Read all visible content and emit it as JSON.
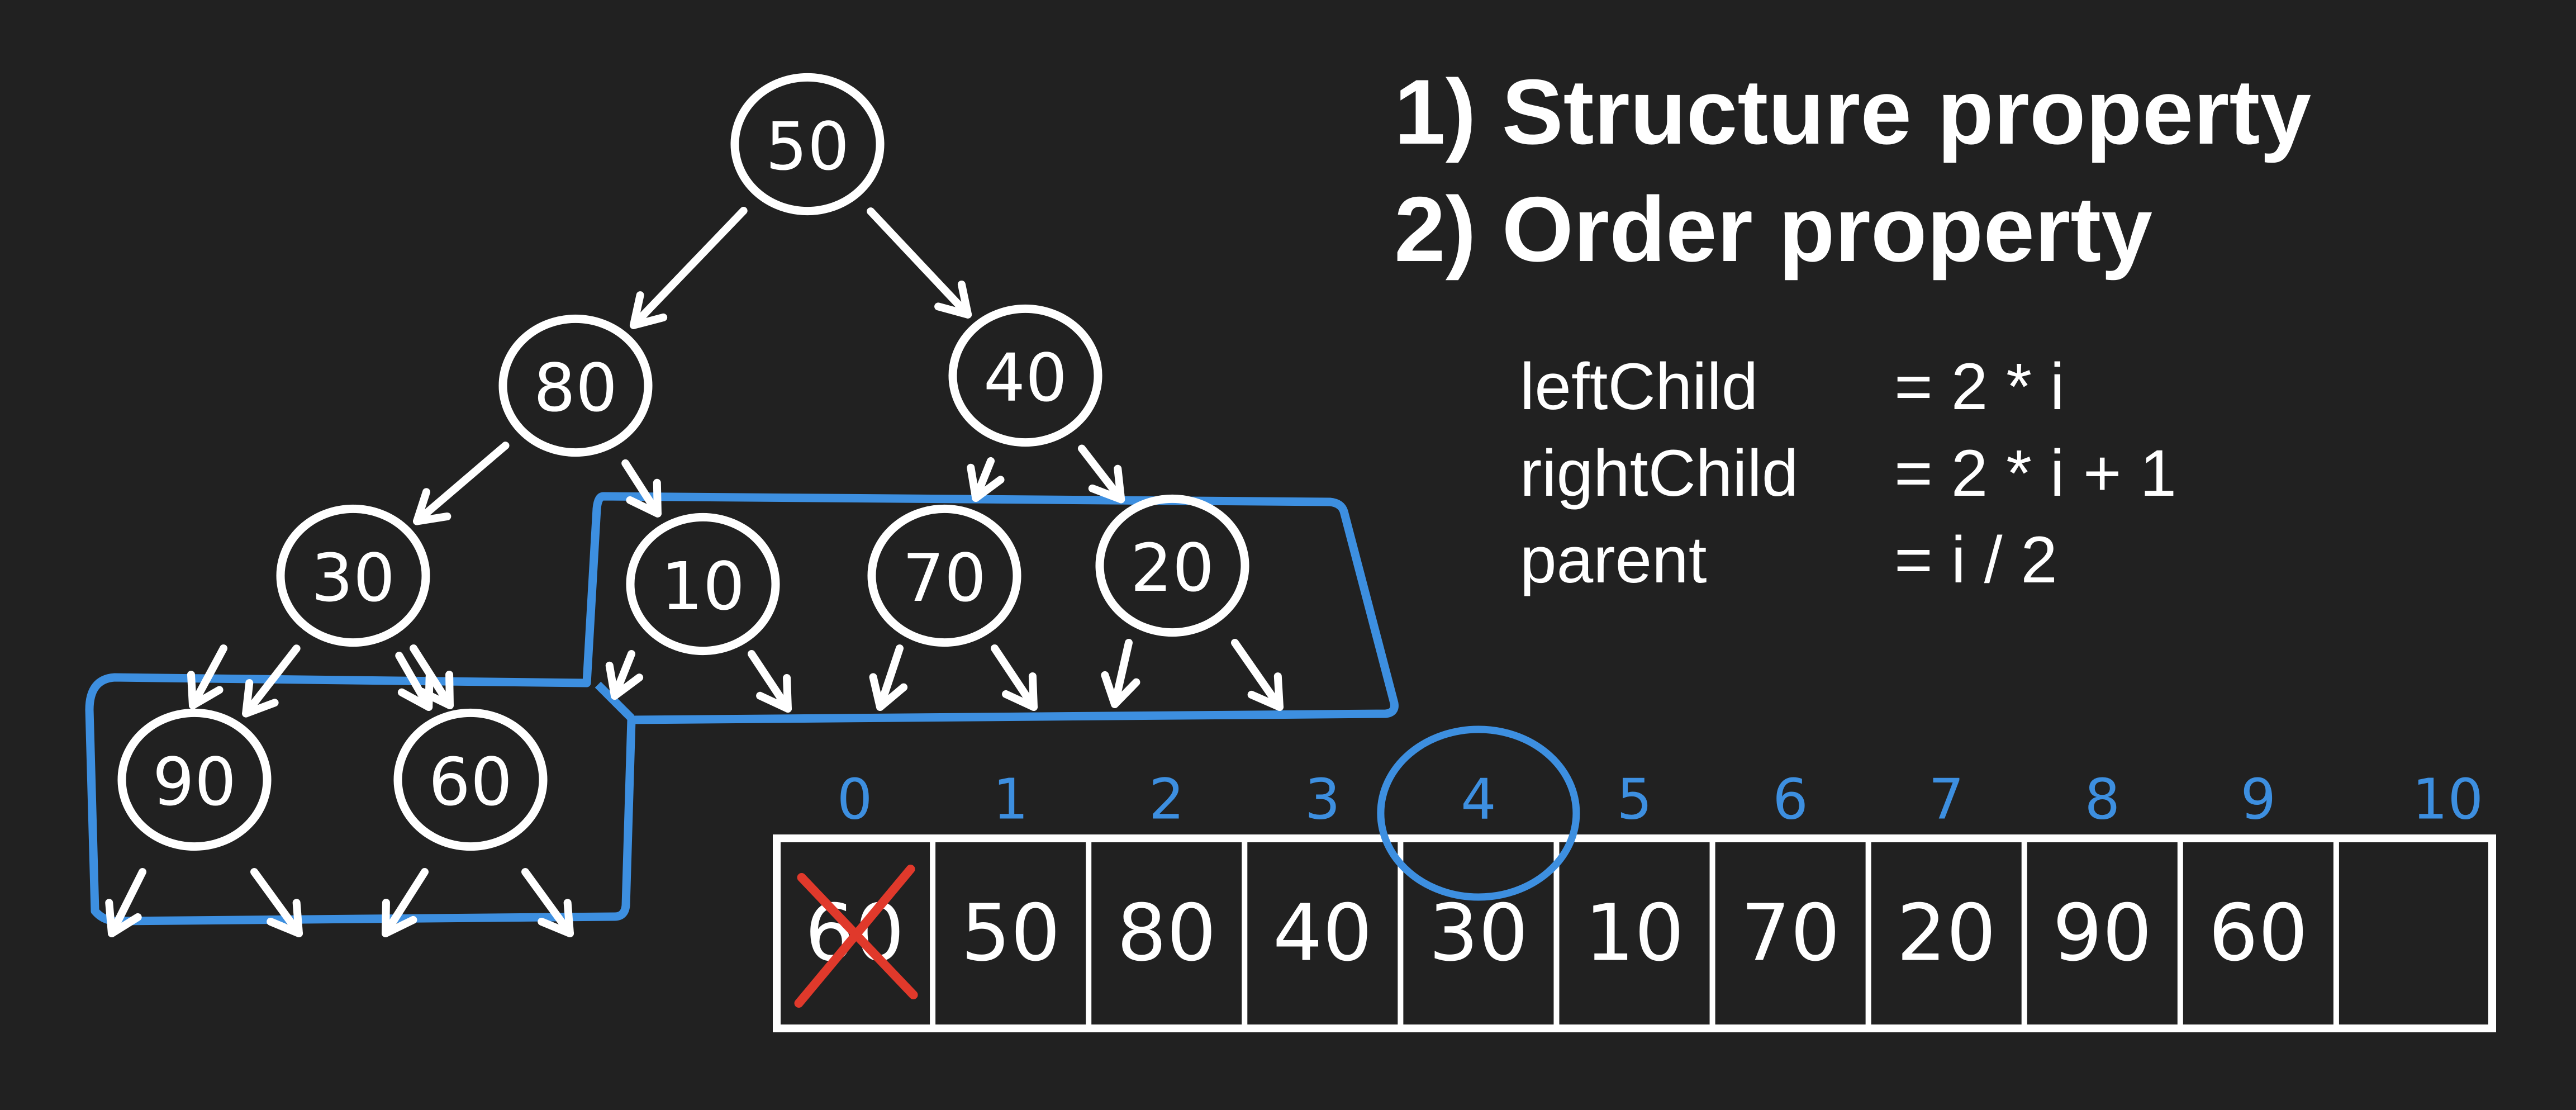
{
  "properties": {
    "items": [
      {
        "number": "1)",
        "text": "Structure property"
      },
      {
        "number": "2)",
        "text": "Order property"
      }
    ]
  },
  "formulas": [
    {
      "name": "leftChild",
      "expr": "= 2 * i"
    },
    {
      "name": "rightChild",
      "expr": "= 2 * i + 1"
    },
    {
      "name": "parent",
      "expr": "= i / 2"
    }
  ],
  "tree": {
    "nodes": [
      {
        "id": "n1",
        "label": "50"
      },
      {
        "id": "n2",
        "label": "80"
      },
      {
        "id": "n3",
        "label": "40"
      },
      {
        "id": "n4",
        "label": "30"
      },
      {
        "id": "n5",
        "label": "10"
      },
      {
        "id": "n6",
        "label": "70"
      },
      {
        "id": "n7",
        "label": "20"
      },
      {
        "id": "n8",
        "label": "90"
      },
      {
        "id": "n9",
        "label": "60"
      }
    ]
  },
  "array": {
    "indices": [
      "0",
      "1",
      "2",
      "3",
      "4",
      "5",
      "6",
      "7",
      "8",
      "9",
      "10"
    ],
    "values": [
      "60",
      "50",
      "80",
      "40",
      "30",
      "10",
      "70",
      "20",
      "90",
      "60",
      ""
    ],
    "crossed_index": 0,
    "highlighted_index": 4
  },
  "colors": {
    "background": "#212121",
    "ink": "#ffffff",
    "highlight": "#3d8fe0",
    "cross": "#e0392b"
  }
}
